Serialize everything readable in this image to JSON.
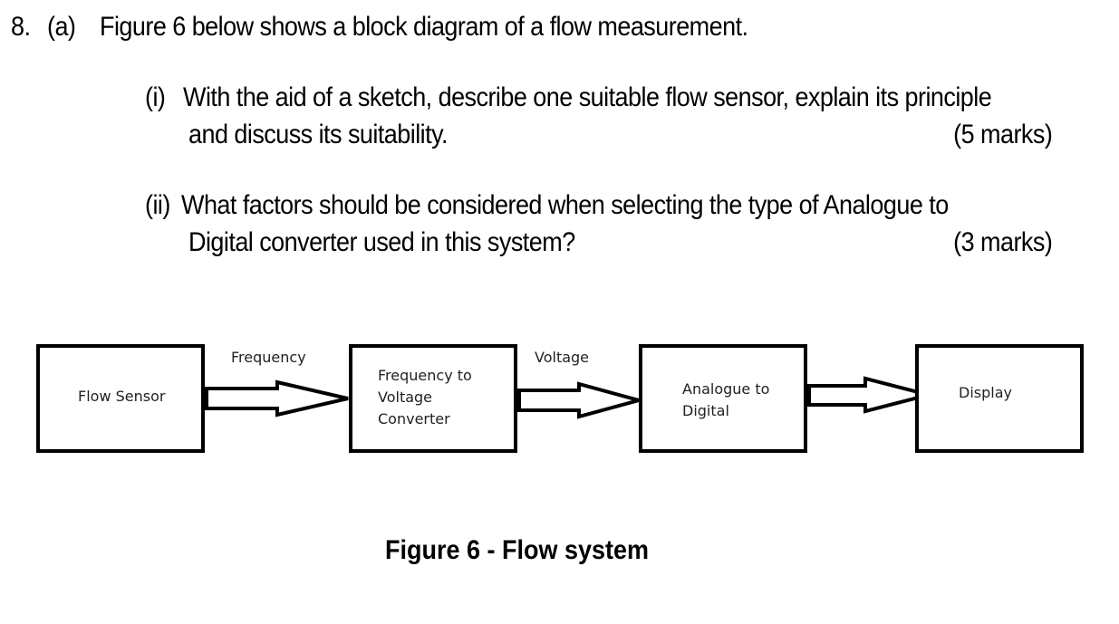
{
  "question": {
    "number": "8.",
    "part": "(a)",
    "intro": "Figure 6 below shows a block diagram of a flow measurement.",
    "sub_questions": [
      {
        "label": "(i)",
        "line1": "With the aid of a sketch, describe one suitable flow sensor, explain its principle",
        "line2": "and discuss its suitability.",
        "marks": "(5 marks)"
      },
      {
        "label": "(ii)",
        "line1": "What factors should be considered when selecting the type of Analogue to",
        "line2": "Digital converter used in this system?",
        "marks": "(3 marks)"
      }
    ]
  },
  "diagram": {
    "blocks": [
      {
        "lines": [
          "Flow Sensor"
        ]
      },
      {
        "lines": [
          "Frequency to",
          "Voltage",
          "Converter"
        ]
      },
      {
        "lines": [
          "Analogue to",
          "Digital"
        ]
      },
      {
        "lines": [
          "Display"
        ]
      }
    ],
    "arrow_labels": [
      "Frequency",
      "Voltage",
      ""
    ]
  },
  "caption": "Figure 6 - Flow system"
}
